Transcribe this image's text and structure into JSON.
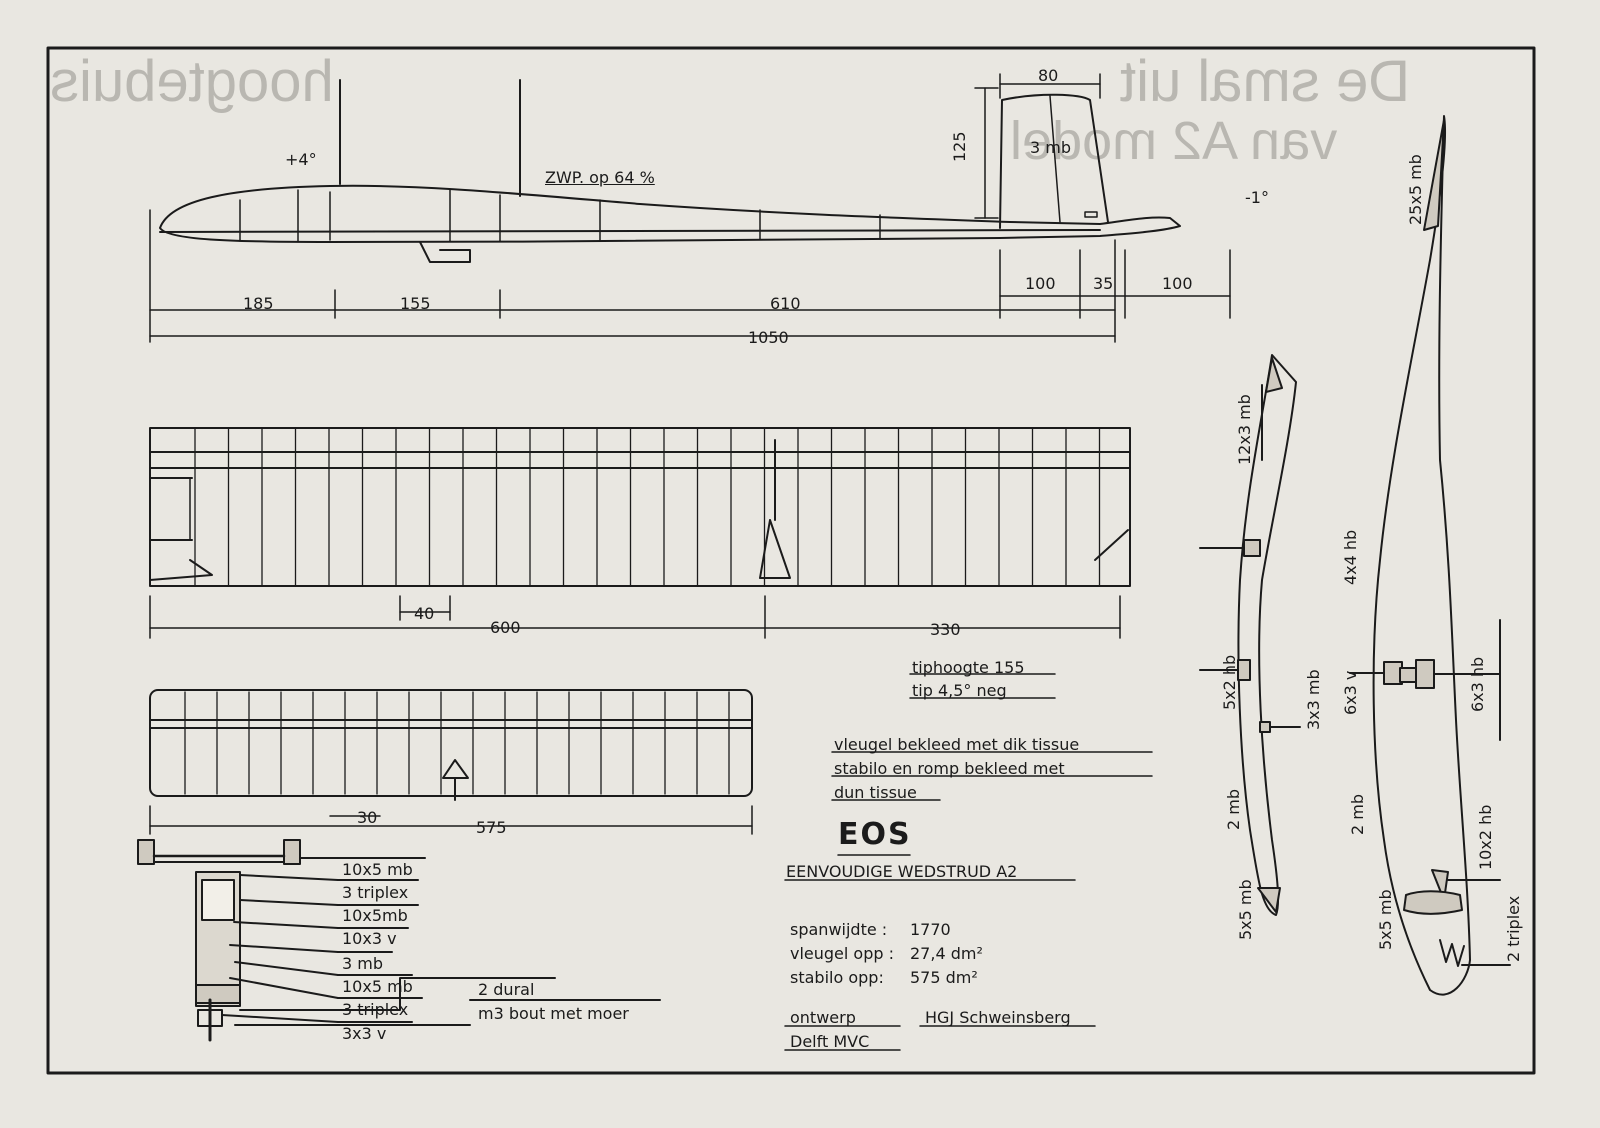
{
  "drawing": {
    "title": "EOS",
    "subtitle": "EENVOUDIGE WEDSTRUD A2",
    "specs": [
      {
        "label": "spanwijdte :",
        "value": "1770"
      },
      {
        "label": "vleugel opp :",
        "value": "27,4 dm²"
      },
      {
        "label": "stabilo opp:",
        "value": "575 dm²"
      }
    ],
    "design": {
      "label": "ontwerp",
      "value": "HGJ Schweinsberg",
      "club": "Delft MVC"
    },
    "notes": {
      "tip_height": "tiphoogte 155",
      "tip_angle": "tip 4,5° neg",
      "covering_1": "vleugel bekleed met dik tissue",
      "covering_2": "stabilo en romp bekleed met",
      "covering_3": "dun tissue"
    },
    "fuselage": {
      "wing_incidence": "+4°",
      "stab_incidence": "-1°",
      "cg": "ZWP. op 64 %",
      "fin_width": "80",
      "fin_height": "125",
      "fin_material": "3 mb",
      "dims": [
        "185",
        "155",
        "610",
        "1050",
        "100",
        "35",
        "100"
      ]
    },
    "wing": {
      "dims": [
        "40",
        "600",
        "330"
      ]
    },
    "stab": {
      "dims": [
        "30",
        "575"
      ]
    },
    "joiner": {
      "layers": [
        "10x5 mb",
        "3 triplex",
        "10x5mb",
        "10x3 v",
        "3 mb",
        "10x5 mb",
        "3 triplex",
        "3x3 v"
      ],
      "dural": "2 dural",
      "bolt": "m3 bout met moer"
    },
    "sections": {
      "left": [
        "12x3 mb",
        "4x4 hb",
        "5x2 hb",
        "3x3 mb",
        "2 mb",
        "5x5 mb"
      ],
      "right": [
        "25x5 mb",
        "6x3 v",
        "6x3 hb",
        "10x2 hb",
        "2 mb",
        "2 triplex",
        "5x5 mb"
      ]
    },
    "background": {
      "heading_1": "De smal uit",
      "heading_2": "van A2 model",
      "heading_3": "hoogtebuis"
    }
  }
}
